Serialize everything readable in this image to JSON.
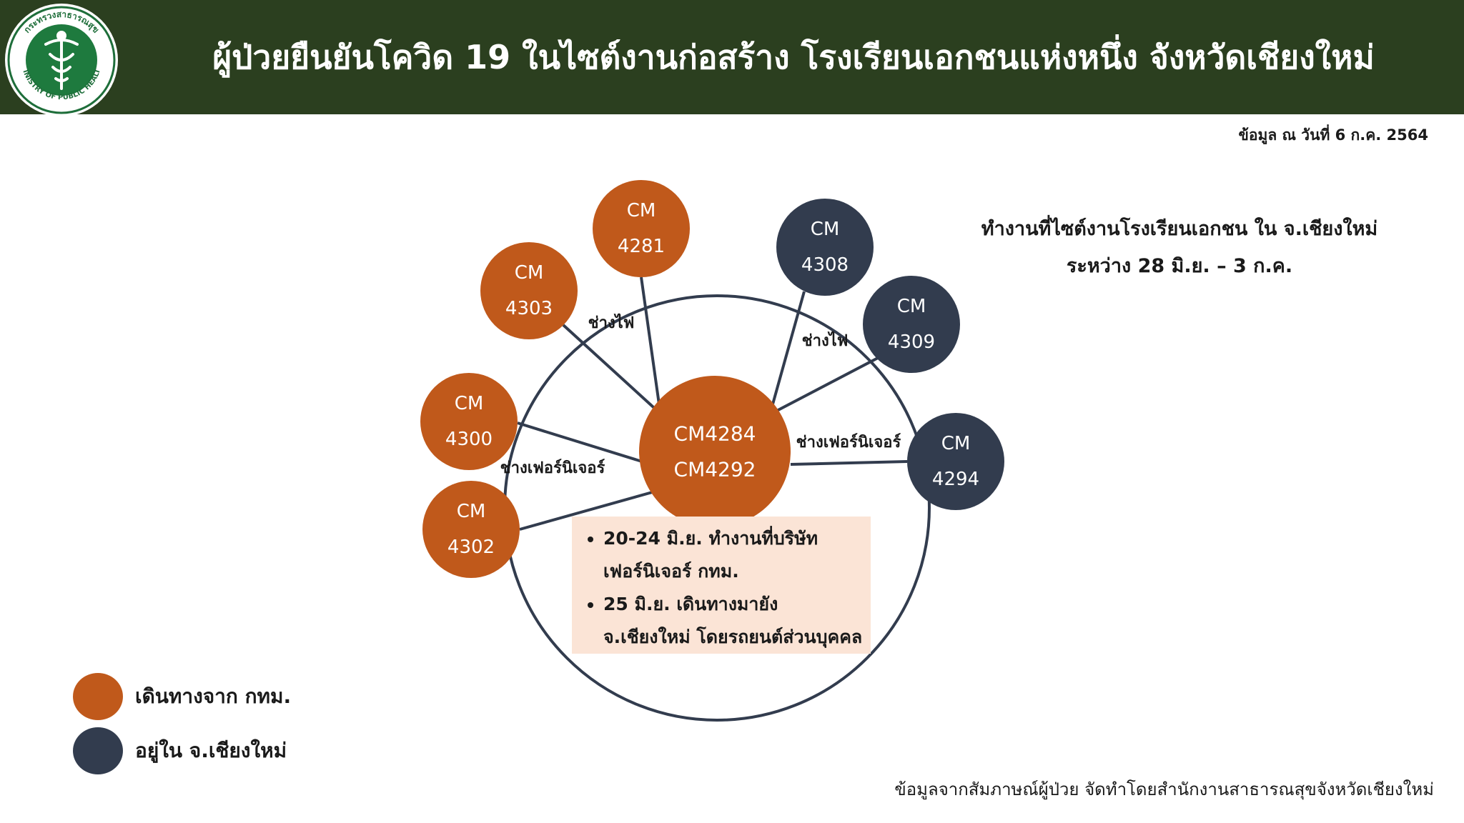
{
  "header": {
    "title": "ผู้ป่วยยืนยันโควิด 19 ในไซต์งานก่อสร้าง โรงเรียนเอกชนแห่งหนึ่ง จังหวัดเชียงใหม่",
    "logo_text": "กระทรวงสาธารณสุข MINISTRY OF PUBLIC HEALTH",
    "logo_icon": "caduceus-icon",
    "bg_color": "#2b3f1f"
  },
  "date_note": "ข้อมูล ณ วันที่ 6 ก.ค. 2564",
  "context": {
    "line1": "ทำงานที่ไซต์งานโรงเรียนเอกชน ใน จ.เชียงใหม่",
    "line2": "ระหว่าง 28 มิ.ย. – 3 ก.ค."
  },
  "colors": {
    "bangkok": "#c0591b",
    "chiangmai": "#323c4e",
    "line": "#323c4e",
    "info_bg": "#fbe4d6"
  },
  "nodes": [
    {
      "id": "center",
      "lines": [
        "CM4284",
        "CM4292"
      ],
      "group": "bangkok"
    },
    {
      "id": "4281",
      "lines": [
        "CM",
        "4281"
      ],
      "group": "bangkok"
    },
    {
      "id": "4303",
      "lines": [
        "CM",
        "4303"
      ],
      "group": "bangkok"
    },
    {
      "id": "4300",
      "lines": [
        "CM",
        "4300"
      ],
      "group": "bangkok"
    },
    {
      "id": "4302",
      "lines": [
        "CM",
        "4302"
      ],
      "group": "bangkok"
    },
    {
      "id": "4308",
      "lines": [
        "CM",
        "4308"
      ],
      "group": "chiangmai"
    },
    {
      "id": "4309",
      "lines": [
        "CM",
        "4309"
      ],
      "group": "chiangmai"
    },
    {
      "id": "4294",
      "lines": [
        "CM",
        "4294"
      ],
      "group": "chiangmai"
    }
  ],
  "edges": [
    {
      "from": "center",
      "to": "4281"
    },
    {
      "from": "center",
      "to": "4303"
    },
    {
      "from": "center",
      "to": "4300"
    },
    {
      "from": "center",
      "to": "4302"
    },
    {
      "from": "center",
      "to": "4308"
    },
    {
      "from": "center",
      "to": "4309"
    },
    {
      "from": "center",
      "to": "4294"
    }
  ],
  "edge_labels": [
    {
      "id": "electrician-left",
      "text": "ช่างไฟ"
    },
    {
      "id": "electrician-right",
      "text": "ช่างไฟ"
    },
    {
      "id": "furniture-left",
      "text": "ช่างเฟอร์นิเจอร์"
    },
    {
      "id": "furniture-right",
      "text": "ช่างเฟอร์นิเจอร์"
    }
  ],
  "info_box": {
    "items": [
      "20-24 มิ.ย. ทำงานที่บริษัท เฟอร์นิเจอร์ กทม.",
      "25 มิ.ย. เดินทางมายัง จ.เชียงใหม่ โดยรถยนต์ส่วนบุคคล"
    ]
  },
  "legend": [
    {
      "label": "เดินทางจาก กทม.",
      "group": "bangkok"
    },
    {
      "label": "อยู่ใน จ.เชียงใหม่",
      "group": "chiangmai"
    }
  ],
  "source": "ข้อมูลจากสัมภาษณ์ผู้ป่วย จัดทำโดยสำนักงานสาธารณสุขจังหวัดเชียงใหม่"
}
